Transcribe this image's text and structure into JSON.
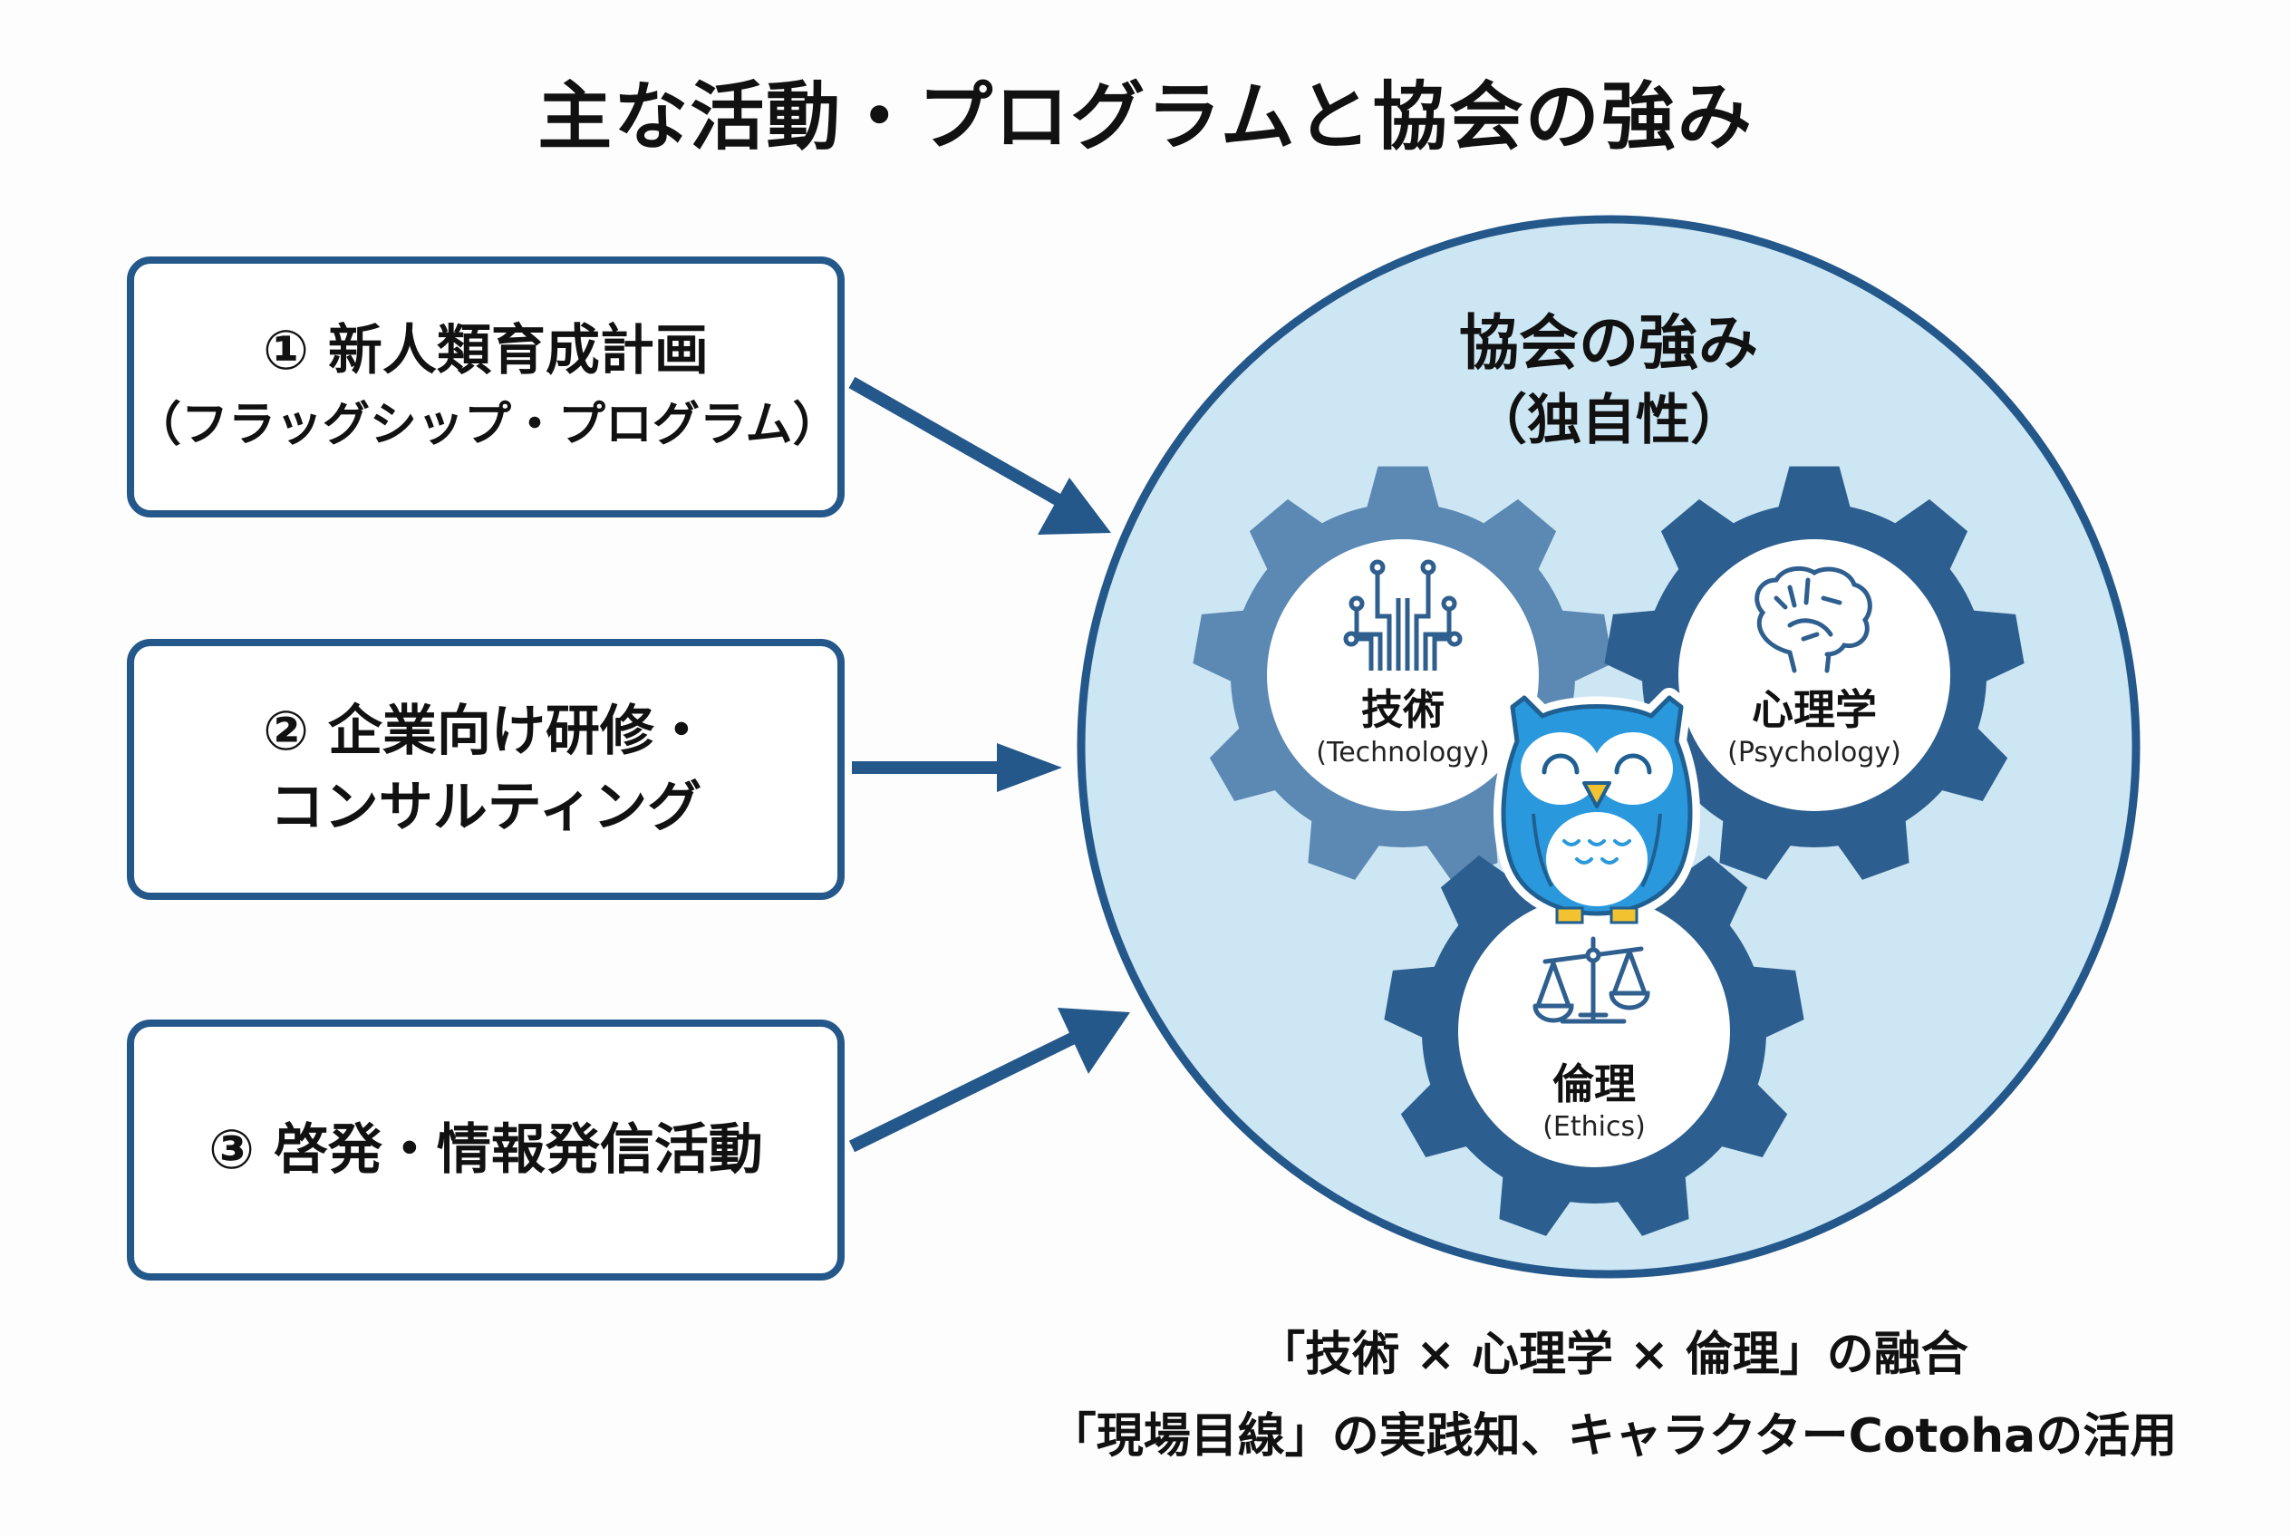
{
  "title": "主な活動・プログラムと協会の強み",
  "colors": {
    "primary": "#24588b",
    "gear_light": "#5b89b3",
    "gear_dark": "#2c5f8f",
    "circle_fill": "#cde6f4",
    "owl_blue": "#2a98dc",
    "owl_beak": "#f2c230"
  },
  "activities": [
    {
      "line1": "① 新人類育成計画",
      "line2": "（フラッグシップ・プログラム）"
    },
    {
      "line1": "② 企業向け研修・",
      "line2": "コンサルティング"
    },
    {
      "line1": "③ 啓発・情報発信活動",
      "line2": ""
    }
  ],
  "strengths": {
    "title": "協会の強み",
    "subtitle": "（独自性）",
    "gears": [
      {
        "jp": "技術",
        "en": "(Technology)",
        "icon": "circuit-icon"
      },
      {
        "jp": "心理学",
        "en": "(Psychology)",
        "icon": "brain-icon"
      },
      {
        "jp": "倫理",
        "en": "(Ethics)",
        "icon": "scales-icon"
      }
    ],
    "mascot": "owl-mascot"
  },
  "bottom_text": {
    "line1": "「技術 × 心理学 × 倫理」の融合",
    "line2": "「現場目線」の実践知、キャラクターCotohaの活用"
  }
}
